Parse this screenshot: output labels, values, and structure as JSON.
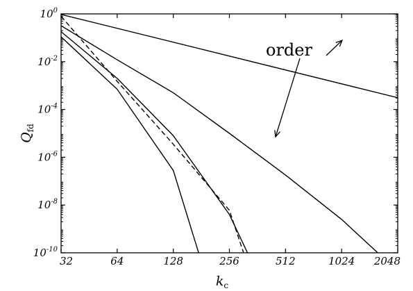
{
  "chart_data": {
    "type": "line",
    "xlabel": "k",
    "xlabel_sub": "c",
    "ylabel": "Q",
    "ylabel_sub": "fd",
    "x_scale": "log2",
    "y_scale": "log10",
    "xlim": [
      32,
      2048
    ],
    "ylim": [
      1e-10,
      1
    ],
    "x_ticks": [
      32,
      64,
      128,
      256,
      512,
      1024,
      2048
    ],
    "x_tick_labels": [
      "32",
      "64",
      "128",
      "256",
      "512",
      "1024",
      "2048"
    ],
    "y_ticks": [
      1,
      0.01,
      0.0001,
      1e-06,
      1e-08,
      1e-10
    ],
    "y_tick_labels": [
      {
        "base": "10",
        "exp": "0"
      },
      {
        "base": "10",
        "exp": "-2"
      },
      {
        "base": "10",
        "exp": "-4"
      },
      {
        "base": "10",
        "exp": "-6"
      },
      {
        "base": "10",
        "exp": "-8"
      },
      {
        "base": "10",
        "exp": "-10"
      }
    ],
    "grid": false,
    "annotation": "order",
    "series": [
      {
        "style": "solid",
        "x": [
          32,
          2048
        ],
        "y": [
          0.95,
          0.00031
        ]
      },
      {
        "style": "solid",
        "x": [
          32,
          64,
          128,
          256,
          512,
          1024,
          1600
        ],
        "y": [
          0.32,
          0.012,
          0.0005,
          1e-05,
          1.8e-07,
          2.5e-09,
          1e-10
        ]
      },
      {
        "style": "solid",
        "x": [
          32,
          64,
          128,
          256,
          320
        ],
        "y": [
          0.18,
          0.002,
          8e-06,
          4e-09,
          1e-10
        ]
      },
      {
        "style": "solid",
        "x": [
          32,
          64,
          128,
          175
        ],
        "y": [
          0.11,
          0.0007,
          2.8e-07,
          1e-10
        ]
      },
      {
        "style": "dashed",
        "x": [
          32,
          64,
          128,
          256,
          305
        ],
        "y": [
          0.8,
          0.0015,
          3.5e-06,
          6e-09,
          1e-10
        ]
      }
    ]
  }
}
